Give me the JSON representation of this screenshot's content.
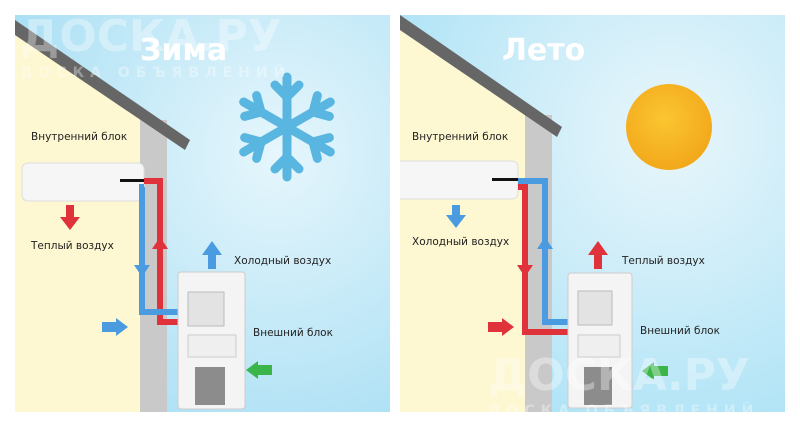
{
  "winter": {
    "title": "Зима",
    "indoor_label": "Внутренний блок",
    "indoor_air": "Теплый воздух",
    "outdoor_air": "Холодный воздух",
    "outdoor_label": "Внешний блок",
    "icon": "snowflake-icon"
  },
  "summer": {
    "title": "Лето",
    "indoor_label": "Внутренний блок",
    "indoor_air": "Холодный воздух",
    "outdoor_air": "Теплый воздух",
    "outdoor_label": "Внешний блок",
    "icon": "sun-icon"
  },
  "watermark": {
    "main": "ДОСКА.РУ",
    "sub": "ДОСКА ОБЪЯВЛЕНИЙ"
  },
  "colors": {
    "hot": "#e0323a",
    "cold": "#4a9be0",
    "intake": "#3bb54a",
    "wall": "#fdf8d0",
    "sky": "#bfe9f8"
  }
}
